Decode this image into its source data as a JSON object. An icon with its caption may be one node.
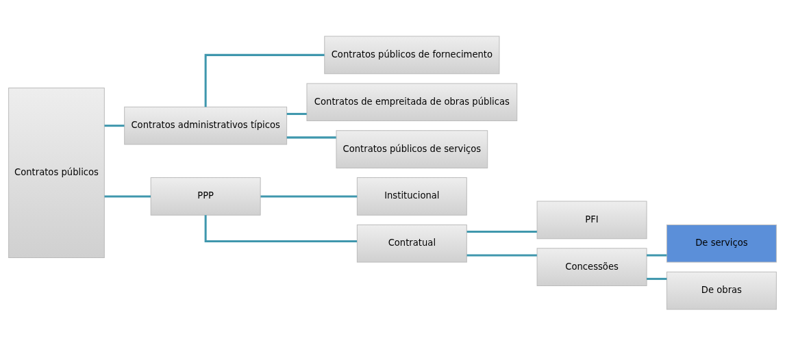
{
  "diagram": {
    "nodes": [
      {
        "text": [
          "Contratos públicos"
        ]
      },
      {
        "text": [
          "Contratos administrativos típicos"
        ]
      },
      {
        "text": [
          "Contratos públicos de fornecimento"
        ]
      },
      {
        "text": [
          "Contratos de empreitada de obras públicas"
        ]
      },
      {
        "text": [
          "Contratos públicos de serviços"
        ]
      },
      {
        "text": [
          "PPP"
        ]
      },
      {
        "text": [
          "Institucional"
        ]
      },
      {
        "text": [
          "Contratual"
        ]
      },
      {
        "text": [
          "PFI"
        ]
      },
      {
        "text": [
          "Concessões"
        ]
      },
      {
        "text": [
          "De serviços"
        ]
      },
      {
        "text": [
          "De obras"
        ]
      }
    ],
    "edges": [
      {
        "from": 0,
        "to": 1,
        "arrow": "none"
      },
      {
        "from": 0,
        "to": 5,
        "arrow": "none"
      },
      {
        "from": 1,
        "to": 2,
        "arrow": "none"
      },
      {
        "from": 1,
        "to": 3,
        "arrow": "none"
      },
      {
        "from": 1,
        "to": 4,
        "arrow": "none"
      },
      {
        "from": 5,
        "to": 6,
        "arrow": "none"
      },
      {
        "from": 5,
        "to": 7,
        "arrow": "none"
      },
      {
        "from": 7,
        "to": 8,
        "arrow": "none"
      },
      {
        "from": 7,
        "to": 9,
        "arrow": "none"
      },
      {
        "from": 9,
        "to": 10,
        "arrow": "none"
      },
      {
        "from": 9,
        "to": 11,
        "arrow": "none"
      }
    ]
  }
}
